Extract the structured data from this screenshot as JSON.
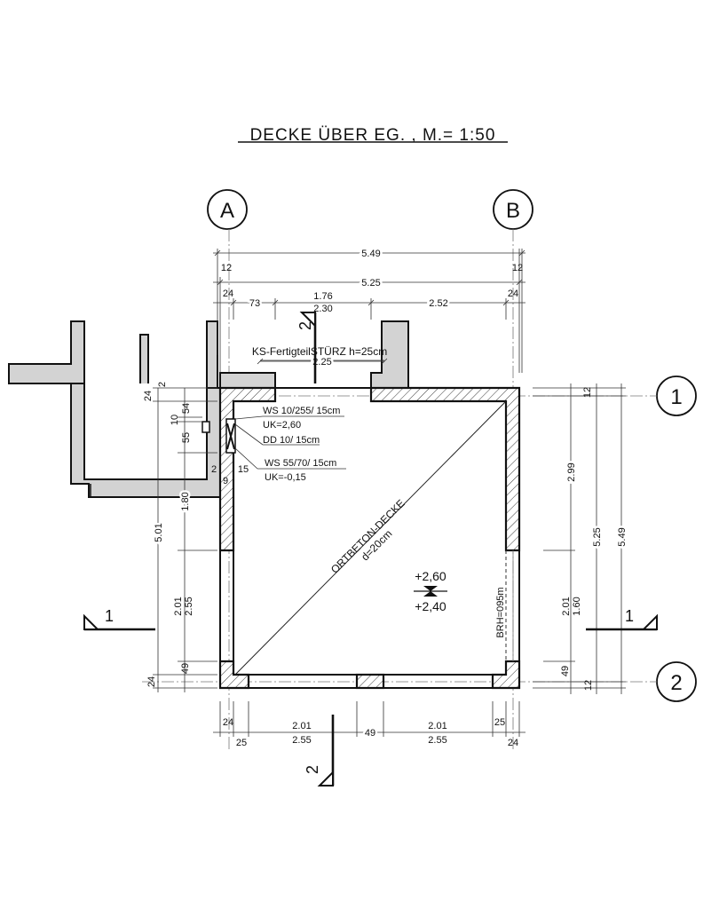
{
  "title": "DECKE ÜBER EG. , M.= 1:50",
  "axes": {
    "a": "A",
    "b": "B",
    "one": "1",
    "two": "2"
  },
  "sections": {
    "one": "1",
    "two": "2"
  },
  "top_dims": {
    "overall": "5.49",
    "inner": "5.25",
    "left_12": "12",
    "right_12": "12",
    "left_24": "24",
    "right_24": "24",
    "d73": "73",
    "d176": "1.76",
    "d230": "2.30",
    "d252": "2.52",
    "d225": "2.25"
  },
  "left_dims": {
    "d24_top": "24",
    "d2": "2",
    "d54": "54",
    "d10": "10",
    "d55": "55",
    "d180": "1.80",
    "d501": "5.01",
    "d201": "2.01",
    "d255": "2.55",
    "d49": "49",
    "d24_bot": "24",
    "d2b": "2",
    "d15": "15",
    "d9": "9"
  },
  "right_dims": {
    "d12_top": "12",
    "d299": "2.99",
    "d525": "5.25",
    "d549": "5.49",
    "d201": "2.01",
    "d160": "1.60",
    "d49": "49",
    "d12_bot": "12"
  },
  "bottom_dims": {
    "l24": "24",
    "l25": "25",
    "l201": "2.01",
    "l255": "2.55",
    "m49": "49",
    "r201": "2.01",
    "r255": "2.55",
    "r25": "25",
    "r24": "24"
  },
  "annotations": {
    "lintel": "KS-FertigteilSTÜRZ  h=25cm",
    "ws1": "WS  10/255/ 15cm",
    "uk1": "UK=2,60",
    "dd": "DD  10/ 15cm",
    "ws2": "WS  55/70/ 15cm",
    "uk2": "UK=-0,15",
    "slab": "ORTBETON-DECKE",
    "slab_d": "d=20cm",
    "level_top": "+2,60",
    "level_bot": "+2,40",
    "brh": "BRH=095m"
  }
}
